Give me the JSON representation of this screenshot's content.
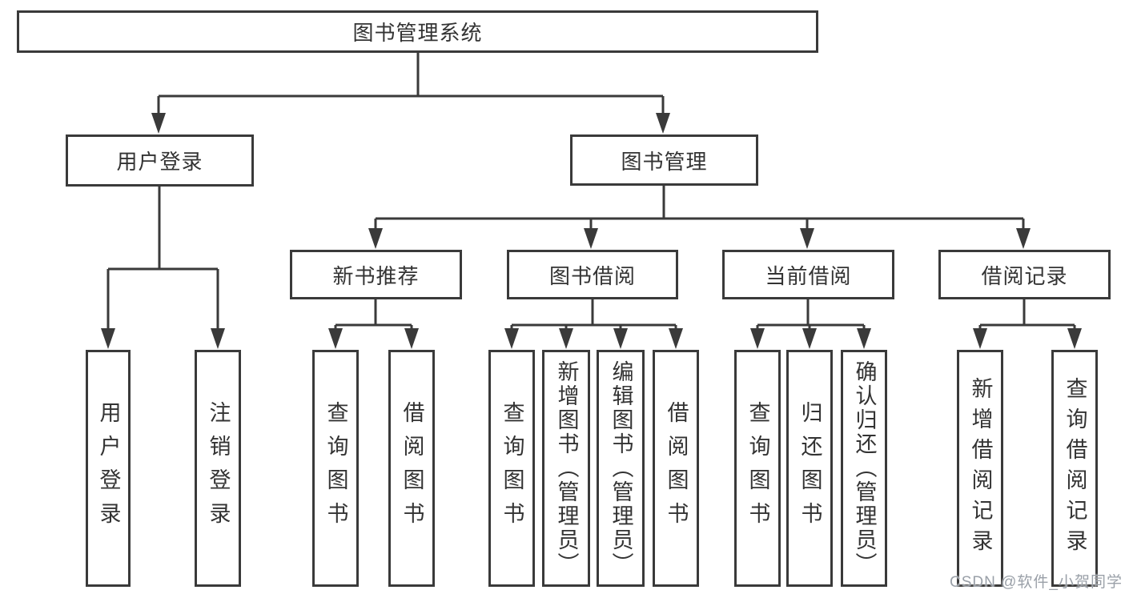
{
  "diagram": {
    "type": "hierarchy-tree",
    "title": "图书管理系统",
    "tree": {
      "label": "图书管理系统",
      "children": [
        {
          "label": "用户登录",
          "children": [
            {
              "label": "用户登录"
            },
            {
              "label": "注销登录"
            }
          ]
        },
        {
          "label": "图书管理",
          "children": [
            {
              "label": "新书推荐",
              "children": [
                {
                  "label": "查询图书"
                },
                {
                  "label": "借阅图书"
                }
              ]
            },
            {
              "label": "图书借阅",
              "children": [
                {
                  "label": "查询图书"
                },
                {
                  "label": "新增图书（管理员）"
                },
                {
                  "label": "编辑图书（管理员）"
                },
                {
                  "label": "借阅图书"
                }
              ]
            },
            {
              "label": "当前借阅",
              "children": [
                {
                  "label": "查询图书"
                },
                {
                  "label": "归还图书"
                },
                {
                  "label": "确认归还（管理员）"
                }
              ]
            },
            {
              "label": "借阅记录",
              "children": [
                {
                  "label": "新增借阅记录"
                },
                {
                  "label": "查询借阅记录"
                }
              ]
            }
          ]
        }
      ]
    },
    "watermark": "CSDN @软件_小贺同学",
    "colors": {
      "line": "#3a3a3a",
      "box_border": "#3a3a3a",
      "box_fill": "#ffffff",
      "text": "#333333",
      "watermark": "#9aa0a8",
      "background": "#ffffff"
    }
  }
}
